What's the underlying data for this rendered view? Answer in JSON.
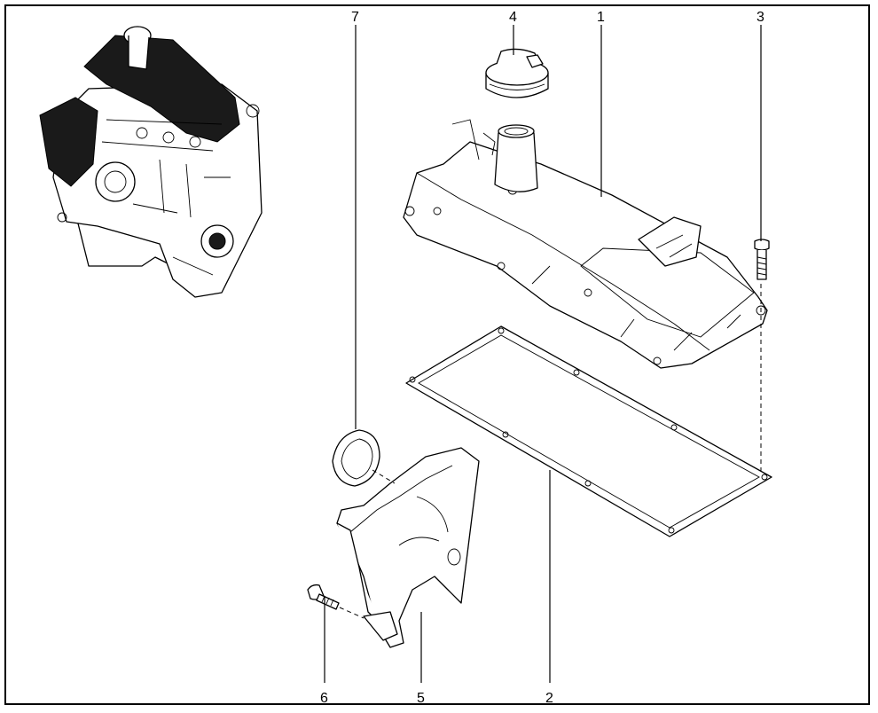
{
  "callouts": [
    {
      "id": "1",
      "text": "1"
    },
    {
      "id": "2",
      "text": "2"
    },
    {
      "id": "3",
      "text": "3"
    },
    {
      "id": "4",
      "text": "4"
    },
    {
      "id": "5",
      "text": "5"
    },
    {
      "id": "6",
      "text": "6"
    },
    {
      "id": "7",
      "text": "7"
    }
  ],
  "colors": {
    "line": "#000000",
    "background": "#ffffff",
    "shade": "#1a1a1a"
  }
}
